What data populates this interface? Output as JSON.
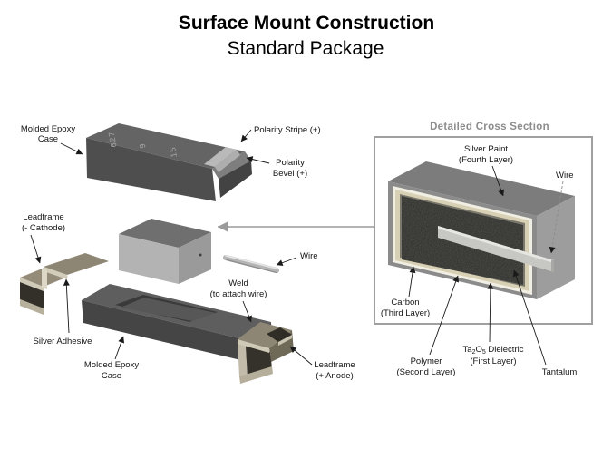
{
  "title": {
    "line1": "Surface Mount Construction",
    "line2": "Standard Package"
  },
  "exploded": {
    "labels": {
      "molded_epoxy_top": [
        "Molded Epoxy",
        "Case"
      ],
      "polarity_stripe": "Polarity Stripe (+)",
      "polarity_bevel": [
        "Polarity",
        "Bevel (+)"
      ],
      "leadframe_cathode": [
        "Leadframe",
        "(- Cathode)"
      ],
      "wire": "Wire",
      "weld": [
        "Weld",
        "(to attach wire)"
      ],
      "silver_adhesive": "Silver Adhesive",
      "molded_epoxy_bottom": [
        "Molded Epoxy",
        "Case"
      ],
      "leadframe_anode": [
        "Leadframe",
        "(+ Anode)"
      ]
    },
    "case_markings": [
      "627",
      "9",
      "15"
    ]
  },
  "cross_section": {
    "header": "Detailed Cross Section",
    "labels": {
      "silver_paint": [
        "Silver Paint",
        "(Fourth Layer)"
      ],
      "wire": "Wire",
      "carbon": [
        "Carbon",
        "(Third Layer)"
      ],
      "polymer": [
        "Polymer",
        "(Second Layer)"
      ],
      "dielectric": {
        "base": "Ta",
        "sub1": "2",
        "mid": "O",
        "sub2": "5",
        "rest": " Dielectric",
        "line2": "(First Layer)"
      },
      "tantalum": "Tantalum"
    }
  },
  "colors": {
    "case_dark_front": "#4e4e4e",
    "case_top": "#646464",
    "polarity_stripe": "#b9b9b9",
    "element_front": "#b3b3b3",
    "leadframe_tan": "#8e8674",
    "leadframe_highlight": "#d2ccba",
    "cross_header_gray": "#8c8c8c",
    "silver_paint_gray": "#8b8b8b",
    "polymer_cream": "#d8d0b4",
    "tantalum_black": "#292926",
    "wire_silver": "#c7c7c4",
    "arrow_gray": "#9a9a9a"
  }
}
